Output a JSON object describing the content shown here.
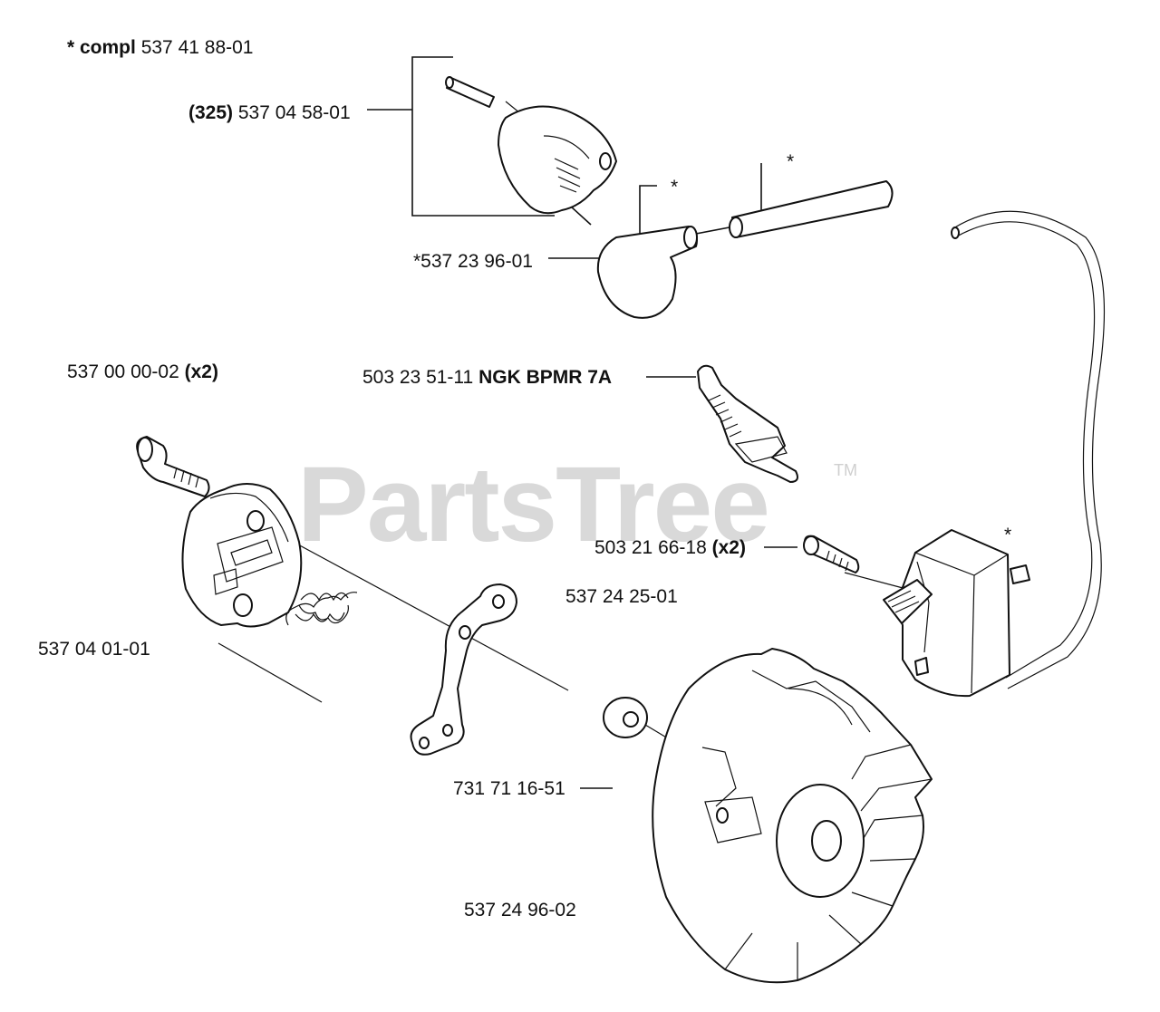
{
  "watermark": {
    "text": "PartsTree",
    "trademark": "TM"
  },
  "labels": {
    "compl": {
      "prefix": "* compl",
      "number": "537 41 88-01"
    },
    "cap": {
      "qty": "(325)",
      "number": "537 04 58-01"
    },
    "boot": {
      "number": "*537 23 96-01"
    },
    "boot_star": "*",
    "lead_star": "*",
    "shoe_bolt": {
      "number": "537 00 00-02",
      "qty": "(x2)"
    },
    "spark_plug": {
      "number": "503 23 51-11",
      "name": "NGK BPMR 7A"
    },
    "coil_screw": {
      "number": "503 21 66-18",
      "qty": "(x2)"
    },
    "coil_star": "*",
    "plate": {
      "number": "537 24 25-01"
    },
    "shoe": {
      "number": "537 04 01-01"
    },
    "washer": {
      "number": "731 71 16-51"
    },
    "flywheel": {
      "number": "537 24 96-02"
    }
  }
}
